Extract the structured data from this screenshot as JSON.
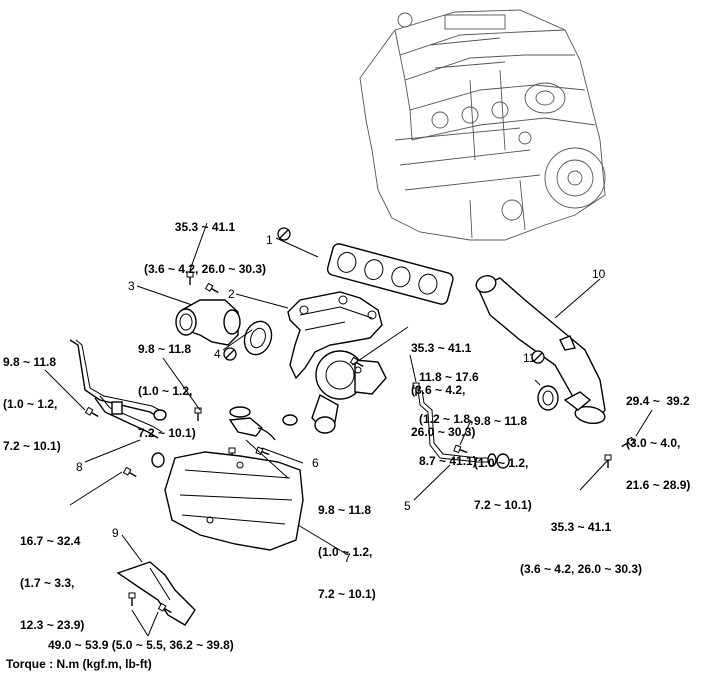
{
  "torques": {
    "t1_line1": "35.3 ~ 41.1",
    "t1_line2": "(3.6 ~ 4.2, 26.0 ~ 30.3)",
    "t2_line1": "9.8 ~ 11.8",
    "t2_line2": "(1.0 ~ 1.2,",
    "t2_line3": "7.2 ~ 10.1)",
    "t3_line1": "9.8 ~ 11.8",
    "t3_line2": "(1.0 ~ 1.2,",
    "t3_line3": "7.2 ~ 10.1)",
    "t4_line1": "35.3 ~ 41.1",
    "t4_line2": "(3.6 ~ 4.2,",
    "t4_line3": "26.0 ~ 30.3)",
    "t5_line1": "11.8 ~ 17.6",
    "t5_line2": "(1.2 ~ 1.8,",
    "t5_line3": "8.7 ~ 41.1)",
    "t6_line1": "9.8 ~ 11.8",
    "t6_line2": "(1.0 ~ 1.2,",
    "t6_line3": "7.2 ~ 10.1)",
    "t7_line1": "29.4 ~  39.2",
    "t7_line2": "(3.0 ~ 4.0,",
    "t7_line3": "21.6 ~ 28.9)",
    "t8_line1": "9.8 ~ 11.8",
    "t8_line2": "(1.0 ~ 1.2,",
    "t8_line3": "7.2 ~ 10.1)",
    "t9_line1": "16.7 ~ 32.4",
    "t9_line2": "(1.7 ~ 3.3,",
    "t9_line3": "12.3 ~ 23.9)",
    "t10_line1": "35.3 ~ 41.1",
    "t10_line2": "(3.6 ~ 4.2, 26.0 ~ 30.3)",
    "t11": "49.0 ~ 53.9 (5.0 ~ 5.5, 36.2 ~ 39.8)"
  },
  "part_numbers": {
    "p1": "1",
    "p2": "2",
    "p3": "3",
    "p4": "4",
    "p5": "5",
    "p6": "6",
    "p7": "7",
    "p8": "8",
    "p9": "9",
    "p10": "10",
    "p11": "11"
  },
  "footer": {
    "torque_unit": "Torque : N.m (kgf.m, lb-ft)"
  },
  "icons": [
    "do-not-reuse-icon"
  ],
  "colors": {
    "line": "#000000",
    "engine": "#555555"
  }
}
